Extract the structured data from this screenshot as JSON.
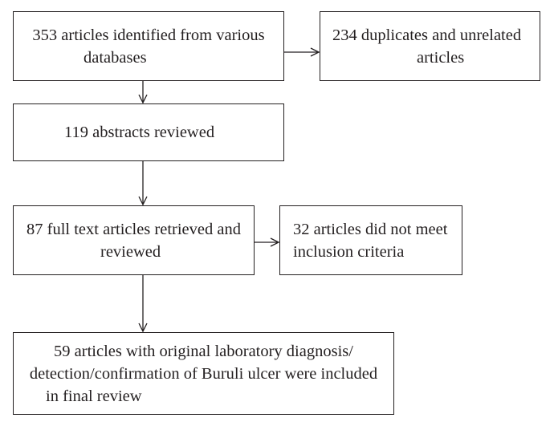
{
  "flowchart": {
    "identified": {
      "lines": [
        "353 articles identified from various",
        "databases"
      ]
    },
    "duplicates": {
      "lines": [
        "234 duplicates and unrelated",
        "articles"
      ]
    },
    "abstracts": {
      "lines": [
        "119 abstracts reviewed"
      ]
    },
    "fulltext": {
      "lines": [
        "87 full text articles retrieved and",
        "reviewed"
      ]
    },
    "excluded": {
      "lines": [
        "32 articles did not meet",
        "inclusion criteria"
      ]
    },
    "included": {
      "lines": [
        "59 articles with original laboratory diagnosis/",
        "detection/confirmation of Buruli ulcer were included",
        "in final review"
      ]
    }
  }
}
